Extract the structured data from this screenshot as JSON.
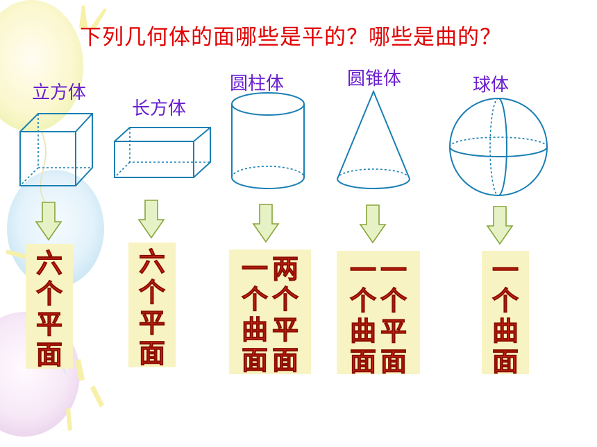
{
  "title": "下列几何体的面哪些是平的？哪些是曲的？",
  "colors": {
    "title": "#e00000",
    "label": "#6a1fcf",
    "shape_stroke": "#1a7fb3",
    "arrow_fill": "#e6f2c6",
    "arrow_stroke": "#86a63a",
    "box_bg": "#f8f3c2",
    "text_red": "#e8301c"
  },
  "shapes": [
    {
      "name": "立方体",
      "columns": [
        "六个平面"
      ]
    },
    {
      "name": "长方体",
      "columns": [
        "六个平面"
      ]
    },
    {
      "name": "圆柱体",
      "columns": [
        "一个曲面",
        "两个平面"
      ]
    },
    {
      "name": "圆锥体",
      "columns": [
        "一个曲面",
        "一个平面"
      ]
    },
    {
      "name": "球体",
      "columns": [
        "一个曲面"
      ]
    }
  ]
}
